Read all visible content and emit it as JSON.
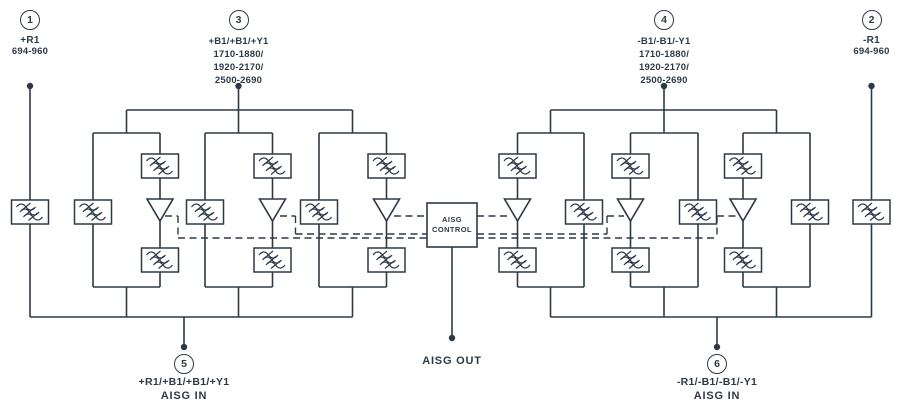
{
  "colors": {
    "line": "#2e3947",
    "background": "#ffffff"
  },
  "ports": {
    "p1": {
      "number": "1",
      "name": "+R1",
      "freq": "694-960"
    },
    "p2": {
      "number": "2",
      "name": "-R1",
      "freq": "694-960"
    },
    "p3": {
      "number": "3",
      "name": "+B1/+B1/+Y1",
      "freq1": "1710-1880/",
      "freq2": "1920-2170/",
      "freq3": "2500-2690"
    },
    "p4": {
      "number": "4",
      "name": "-B1/-B1/-Y1",
      "freq1": "1710-1880/",
      "freq2": "1920-2170/",
      "freq3": "2500-2690"
    },
    "p5": {
      "number": "5",
      "name": "+R1/+B1/+B1/+Y1",
      "label": "AISG IN"
    },
    "p6": {
      "number": "6",
      "name": "-R1/-B1/-B1/-Y1",
      "label": "AISG IN"
    }
  },
  "control": {
    "title_line1": "AISG",
    "title_line2": "CONTROL",
    "out_label": "AISG OUT"
  }
}
